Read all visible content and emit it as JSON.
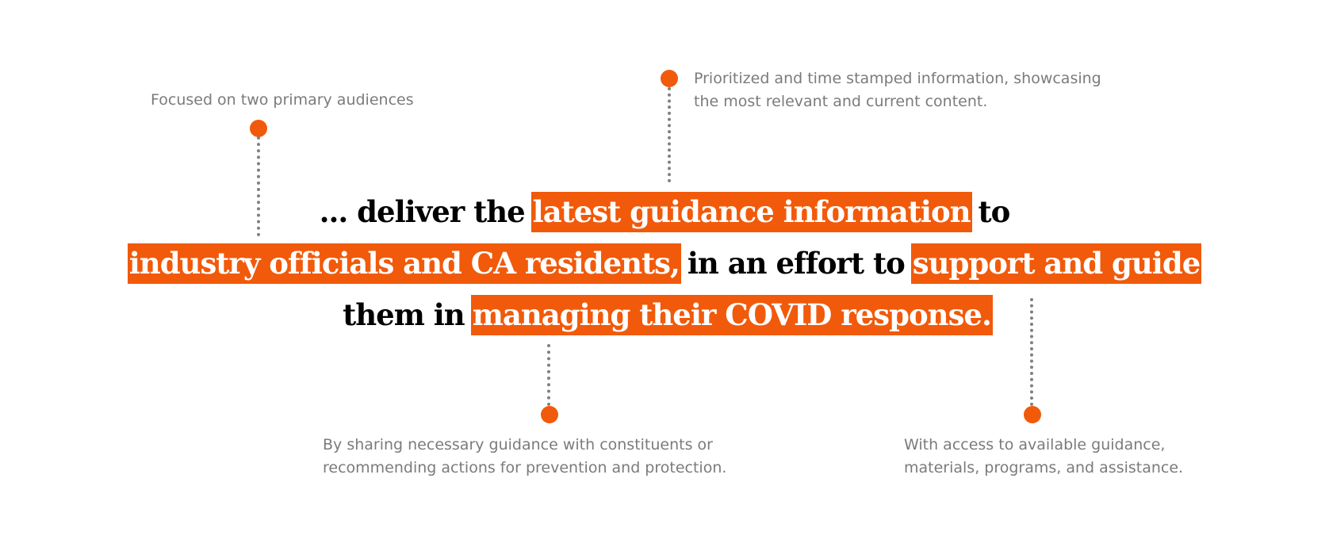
{
  "colors": {
    "accent": "#f15a0a",
    "annotation_text": "#7b7b7b",
    "connector": "#808080",
    "sentence_text": "#000000",
    "highlight_text": "#ffffff"
  },
  "sentence": {
    "line1": {
      "plain_a": "... deliver the",
      "highlight_a": "latest guidance information",
      "plain_b": "to"
    },
    "line2": {
      "highlight_a": "industry officials and CA residents,",
      "plain_a": "in an effort to",
      "highlight_b": "support and guide"
    },
    "line3": {
      "plain_a": "them in",
      "highlight_a": "managing their COVID response."
    }
  },
  "annotations": {
    "audiences": {
      "lines": [
        "Focused on two primary audiences"
      ]
    },
    "latest": {
      "lines": [
        "Prioritized and time stamped information, showcasing",
        "the most relevant and current content."
      ]
    },
    "managing": {
      "lines": [
        "By sharing necessary guidance with constituents or",
        "recommending actions for prevention and protection."
      ]
    },
    "support": {
      "lines": [
        "With access to available guidance,",
        "materials, programs, and assistance."
      ]
    }
  }
}
